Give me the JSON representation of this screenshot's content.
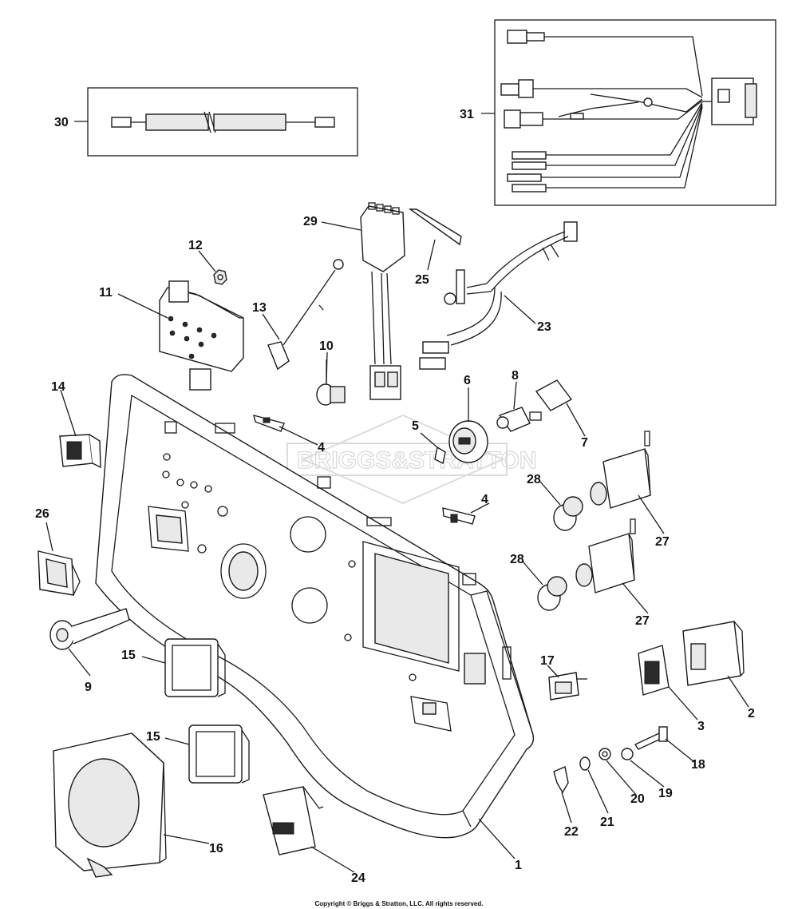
{
  "watermark": "BRIGGS&STRATTON",
  "copyright": "Copyright © Briggs & Stratton, LLC. All rights reserved.",
  "callouts": {
    "c1": "1",
    "c2": "2",
    "c3": "3",
    "c4a": "4",
    "c4b": "4",
    "c5": "5",
    "c6": "6",
    "c7": "7",
    "c8": "8",
    "c9": "9",
    "c10": "10",
    "c11": "11",
    "c12": "12",
    "c13": "13",
    "c14": "14",
    "c15a": "15",
    "c15b": "15",
    "c16": "16",
    "c17": "17",
    "c18": "18",
    "c19": "19",
    "c20": "20",
    "c21": "21",
    "c22": "22",
    "c23": "23",
    "c24": "24",
    "c25": "25",
    "c26": "26",
    "c27a": "27",
    "c27b": "27",
    "c28a": "28",
    "c28b": "28",
    "c29": "29",
    "c30": "30",
    "c31": "31"
  }
}
